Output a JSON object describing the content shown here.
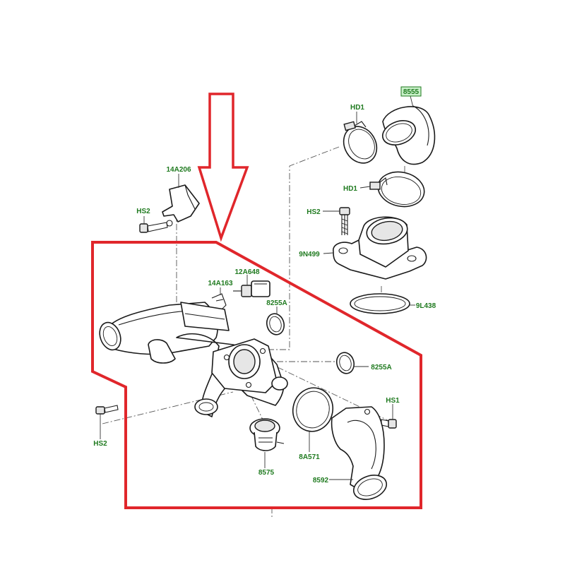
{
  "colors": {
    "callout_text": "#1f7a1f",
    "highlight": "#e0262b",
    "line": "#1a1a1a",
    "boxed_label_fill": "#c9f0c9"
  },
  "callouts": {
    "p8555": "8555",
    "hd1_top": "HD1",
    "hd1_mid": "HD1",
    "hs2_right": "HS2",
    "p9n499": "9N499",
    "p9l438": "9L438",
    "p14a206": "14A206",
    "hs2_left_top": "HS2",
    "p14a163": "14A163",
    "p12a648": "12A648",
    "p8255a_upper": "8255A",
    "p8255a_lower": "8255A",
    "hs1": "HS1",
    "hs2_left_bottom": "HS2",
    "p8575": "8575",
    "p8a571": "8A571",
    "p8592": "8592"
  }
}
